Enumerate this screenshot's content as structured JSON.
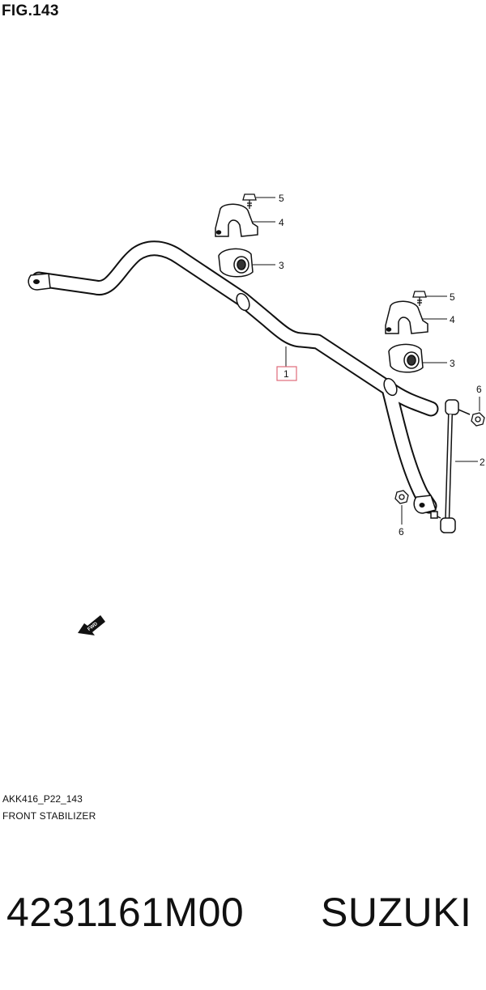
{
  "figure": {
    "title": "FIG.143"
  },
  "callouts": {
    "bar": "1",
    "link": "2",
    "bush_a": "3",
    "bush_b": "3",
    "bracket_a": "4",
    "bracket_b": "4",
    "bolt_a": "5",
    "bolt_b": "5",
    "nut_a": "6",
    "nut_b": "6"
  },
  "fwd_label": "FWD",
  "footer": {
    "code": "AKK416_P22_143",
    "caption": "FRONT STABILIZER"
  },
  "part": {
    "number": "4231161M00",
    "brand": "SUZUKI"
  },
  "colors": {
    "ink": "#111111",
    "highlight": "#e06a7a"
  }
}
